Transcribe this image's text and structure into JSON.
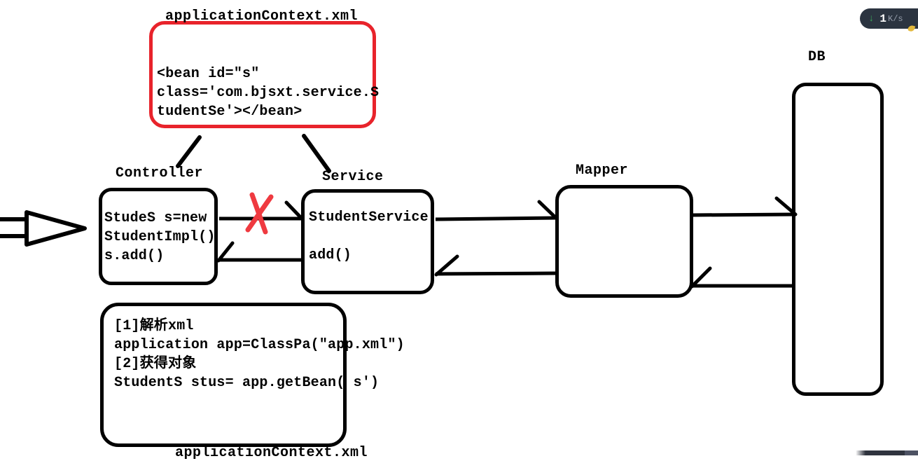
{
  "colors": {
    "stroke_black": "#000000",
    "highlight_red": "#e8232b",
    "cross_red": "#ef3a40",
    "badge_bg": "#2b3440",
    "badge_value_color": "#ffffff",
    "badge_unit_color": "#949ca9",
    "badge_arrow_green": "#3aa85a",
    "taskbar_dark": "#2f333e",
    "taskbar_light": "#4d5263"
  },
  "overlay": {
    "network_badge": {
      "down_arrow_icon": "↓",
      "value": "1",
      "unit": "K/s"
    }
  },
  "diagram": {
    "config_box": {
      "title": "applicationContext.xml",
      "lines": [
        "<bean id=\"s\"",
        "class='com.bjsxt.service.S",
        "tudentSe'></bean>"
      ]
    },
    "nodes": [
      {
        "label": "Controller",
        "lines": [
          "StudeS s=new",
          "StudentImpl()",
          "s.add()"
        ]
      },
      {
        "label": "Service",
        "lines": [
          "StudentService",
          "",
          "add()"
        ]
      },
      {
        "label": "Mapper"
      },
      {
        "label": "DB"
      }
    ],
    "notes_box": {
      "lines": [
        "[1]解析xml",
        "application app=ClassPa(\"app.xml\")",
        "[2]获得对象",
        "StudentS stus= app.getBean( s')"
      ]
    },
    "bottom_clipped_text": "applicationContext.xml"
  }
}
